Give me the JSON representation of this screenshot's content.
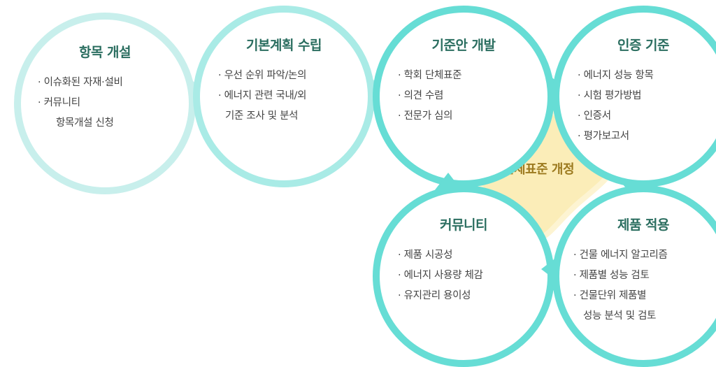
{
  "nodes": [
    {
      "title": "항목 개설",
      "items": [
        "· 이슈화된 자재·설비",
        "· 커뮤니티",
        "항목개설 신청"
      ]
    },
    {
      "title": "기본계획 수립",
      "items": [
        "· 우선 순위 파악/논의",
        "· 에너지 관련 국내/외",
        "기준 조사 및 분석"
      ]
    },
    {
      "title": "기준안 개발",
      "items": [
        "· 학회 단체표준",
        "· 의견 수렴",
        "· 전문가 심의"
      ]
    },
    {
      "title": "인증 기준",
      "items": [
        "· 에너지 성능 항목",
        "· 시험 평가방법",
        "· 인증서",
        "· 평가보고서"
      ]
    },
    {
      "title": "커뮤니티",
      "items": [
        "· 제품 시공성",
        "· 에너지 사용량 체감",
        "· 유지관리 용이성"
      ]
    },
    {
      "title": "제품 적용",
      "items": [
        "· 건물 에너지 알고리즘",
        "· 제품별 성능 검토",
        "· 건물단위 제품별",
        "성능 분석 및 검토"
      ]
    }
  ],
  "center": {
    "label": "단체표준 개정"
  },
  "colors": {
    "light": "#c8efec",
    "mid": "#a9ebe6",
    "strong": "#66ddd5",
    "title": "#2b6e60",
    "diamond": "#fbedb8",
    "diamond_border": "#fdf4d2",
    "center_text": "#9c7a1f"
  }
}
